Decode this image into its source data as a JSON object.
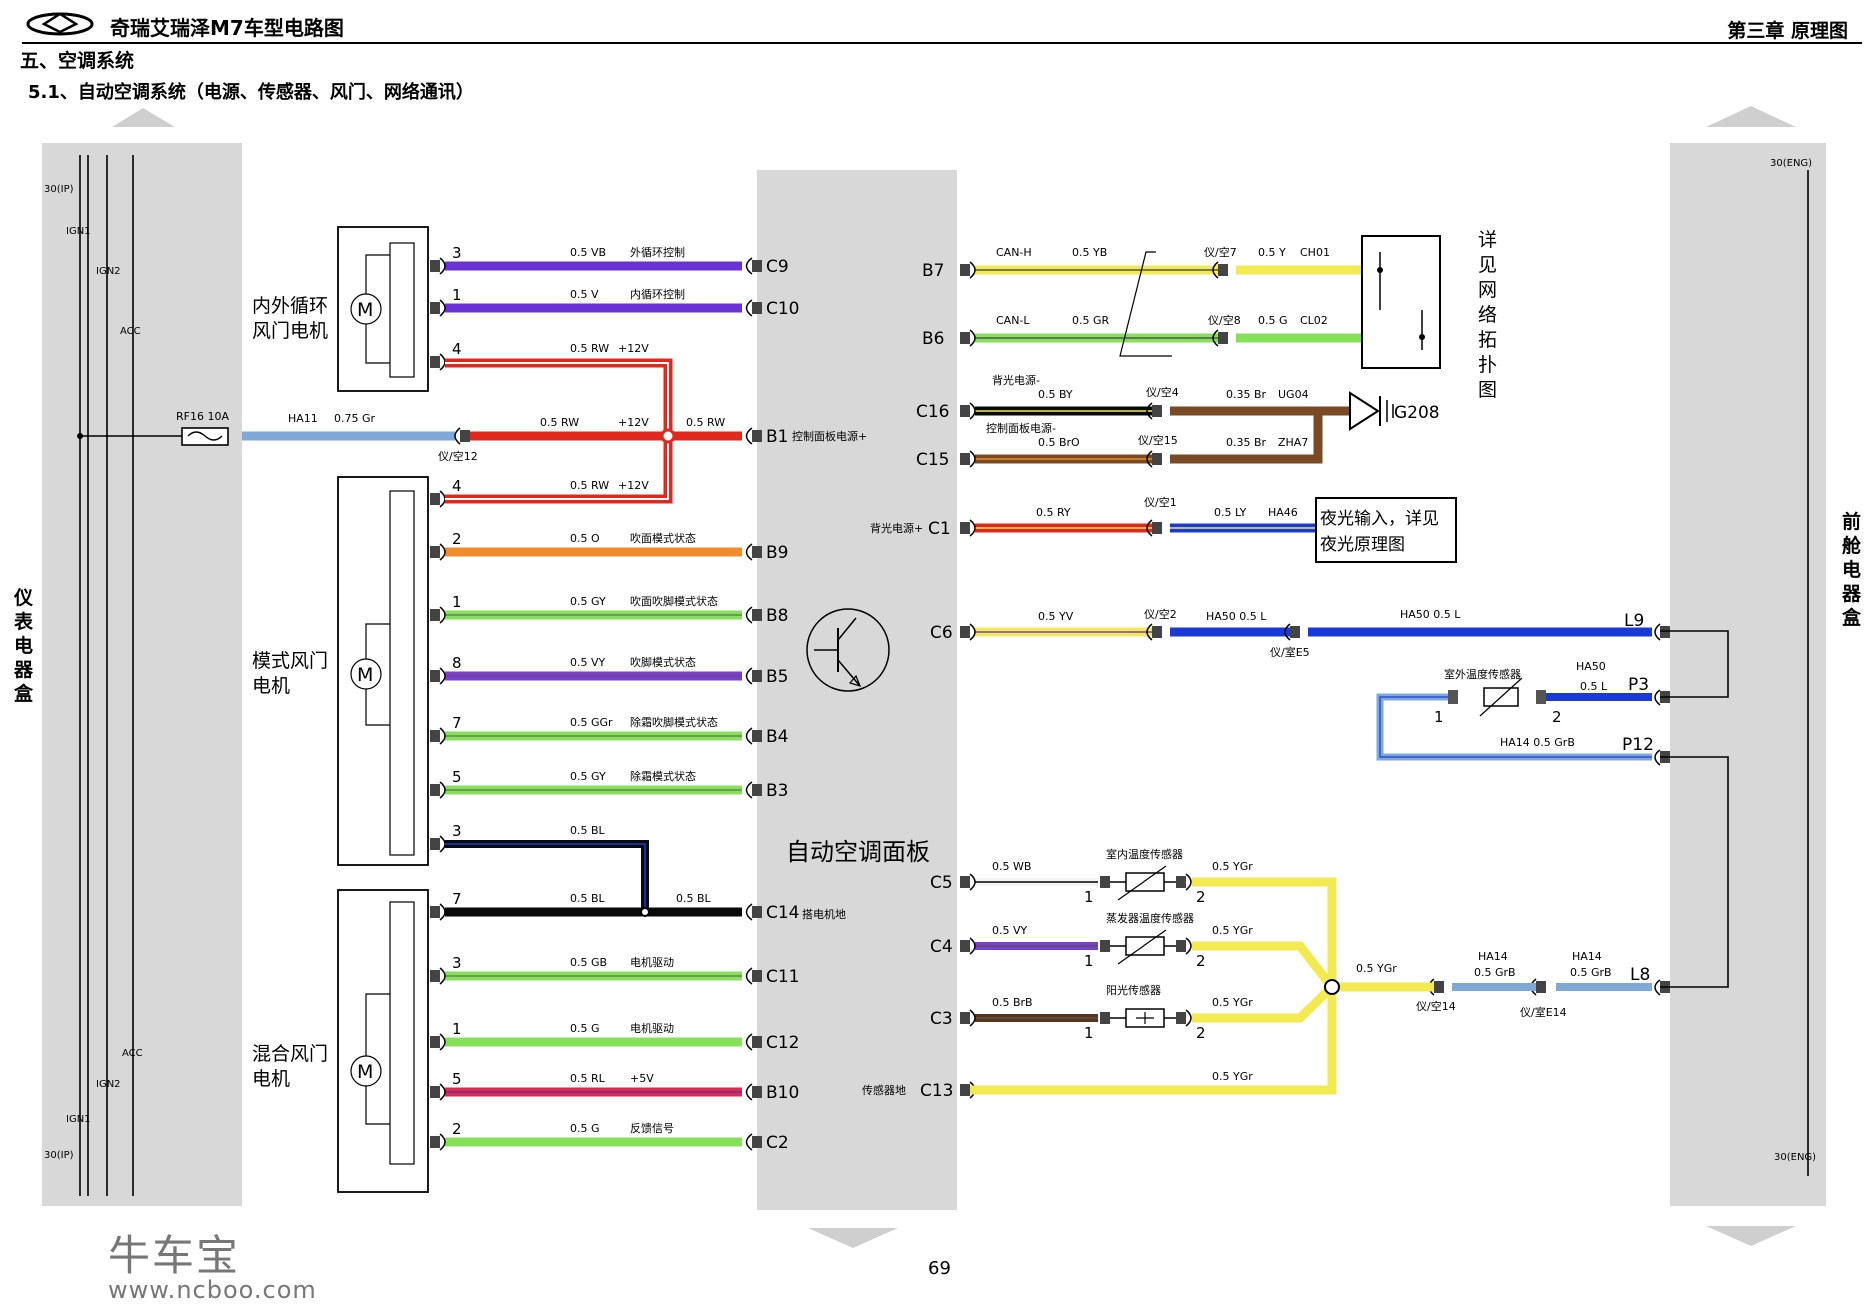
{
  "header": {
    "title": "奇瑞艾瑞泽M7车型电路图",
    "chapter": "第三章 原理图",
    "section": "五、空调系统",
    "subsection": "5.1、自动空调系统（电源、传感器、风门、网络通讯）"
  },
  "page_number": "69",
  "watermark": {
    "brand": "牛车宝",
    "url": "www.ncboo.com"
  },
  "colors": {
    "VB": "#6a32d6",
    "V": "#6a32d6",
    "RW": "#e0281e",
    "Gr": "#7ea8d8",
    "O": "#f08c2c",
    "GY": "#86e05a",
    "VY": "#7a3ed0",
    "GGr": "#86e05a",
    "BL": "#0a0a0a",
    "GB": "#86e05a",
    "G": "#86e05a",
    "RL": "#e0284a",
    "YB": "#f2ea50",
    "Y": "#f2ea50",
    "GR": "#86e05a",
    "BY": "#0a0a0a",
    "Br": "#7a4a24",
    "BrO": "#7a4a24",
    "BrB": "#5a3418",
    "RY": "#e0281e",
    "LY": "#1a3ad8",
    "YV": "#f2ea50",
    "L": "#1a3ad8",
    "GrB": "#7ea8d8",
    "WB": "#f4f4f4",
    "YGr": "#f2ea50",
    "panel": "#d8d8d8"
  },
  "left_box": {
    "label": "仪表电器盒",
    "bus_top": [
      "30(IP)",
      "IGN1",
      "IGN2",
      "ACC"
    ],
    "bus_bottom": [
      "ACC",
      "IGN2",
      "IGN1",
      "30(IP)"
    ],
    "fuse_label": "RF16 10A"
  },
  "right_box": {
    "label": "前舱电器盒",
    "bus_top": "30(ENG)",
    "bus_bottom": "30(ENG)"
  },
  "center_panel": {
    "label": "自动空调面板"
  },
  "motors": {
    "recirc": "内外循环风门电机",
    "mode": "模式风门电机",
    "mix": "混合风门电机",
    "glyph": "M"
  },
  "left_pins": [
    {
      "num": "3",
      "wire": "0.5 VB",
      "func": "外循环控制",
      "pin": "C9",
      "color": "VB"
    },
    {
      "num": "1",
      "wire": "0.5 V",
      "func": "内循环控制",
      "pin": "C10",
      "color": "V"
    },
    {
      "num": "4",
      "wire": "0.5 RW",
      "func": "+12V",
      "pin": "",
      "color": "RW"
    },
    {
      "num": "",
      "wire": "0.5 RW",
      "func": "+12V",
      "pin": "B1",
      "color": "RW"
    },
    {
      "num": "4",
      "wire": "0.5 RW",
      "func": "+12V",
      "pin": "",
      "color": "RW"
    },
    {
      "num": "2",
      "wire": "0.5 O",
      "func": "吹面模式状态",
      "pin": "B9",
      "color": "O"
    },
    {
      "num": "1",
      "wire": "0.5 GY",
      "func": "吹面吹脚模式状态",
      "pin": "B8",
      "color": "GY"
    },
    {
      "num": "8",
      "wire": "0.5 VY",
      "func": "吹脚模式状态",
      "pin": "B5",
      "color": "VY"
    },
    {
      "num": "7",
      "wire": "0.5 GGr",
      "func": "除霜吹脚模式状态",
      "pin": "B4",
      "color": "GGr"
    },
    {
      "num": "5",
      "wire": "0.5 GY",
      "func": "除霜模式状态",
      "pin": "B3",
      "color": "GY"
    },
    {
      "num": "3",
      "wire": "0.5 BL",
      "func": "",
      "pin": "",
      "color": "BL"
    },
    {
      "num": "7",
      "wire": "0.5 BL",
      "func": "",
      "pin": "C14",
      "color": "BL"
    },
    {
      "num": "3",
      "wire": "0.5 GB",
      "func": "电机驱动",
      "pin": "C11",
      "color": "GB"
    },
    {
      "num": "1",
      "wire": "0.5 G",
      "func": "电机驱动",
      "pin": "C12",
      "color": "G"
    },
    {
      "num": "5",
      "wire": "0.5 RL",
      "func": "+5V",
      "pin": "B10",
      "color": "RL"
    },
    {
      "num": "2",
      "wire": "0.5 G",
      "func": "反馈信号",
      "pin": "C2",
      "color": "G"
    }
  ],
  "left_misc": {
    "b1_wire_2": "0.5 RW",
    "b1_func": "控制面板电源+",
    "c14_wire_2": "0.5 BL",
    "c14_func": "搭电机地",
    "ha11": "HA11",
    "ha11_wire": "0.75 Gr",
    "ha11_conn": "仪/空12"
  },
  "right_pins": {
    "B7": {
      "pin": "B7",
      "sig": "CAN-H",
      "wire": "0.5 YB",
      "conn": "仪/空7",
      "wire2": "0.5 Y",
      "ckt": "CH01"
    },
    "B6": {
      "pin": "B6",
      "sig": "CAN-L",
      "wire": "0.5 GR",
      "conn": "仪/空8",
      "wire2": "0.5 G",
      "ckt": "CL02"
    },
    "C16": {
      "pin": "C16",
      "sig": "背光电源-",
      "wire": "0.5 BY",
      "conn": "仪/空4",
      "wire2": "0.35 Br",
      "ckt": "UG04"
    },
    "C15": {
      "pin": "C15",
      "sig": "控制面板电源-",
      "wire": "0.5 BrO",
      "conn": "仪/空15",
      "wire2": "0.35 Br",
      "ckt": "ZHA7"
    },
    "C1": {
      "pin": "C1",
      "sig": "背光电源+",
      "wire": "0.5 RY",
      "conn": "仪/空1",
      "wire2": "0.5 LY",
      "ckt": "HA46"
    },
    "C6": {
      "pin": "C6",
      "wire": "0.5 YV",
      "conn": "仪/空2",
      "ha1": "HA50 0.5 L",
      "conn2": "仪/室E5",
      "ha2": "HA50 0.5 L",
      "dest": "L9"
    },
    "C5": {
      "pin": "C5",
      "wire": "0.5 WB",
      "sensor": "室内温度传感器",
      "wire2": "0.5 YGr"
    },
    "C4": {
      "pin": "C4",
      "wire": "0.5 VY",
      "sensor": "蒸发器温度传感器",
      "wire2": "0.5 YGr"
    },
    "C3": {
      "pin": "C3",
      "wire": "0.5 BrB",
      "sensor": "阳光传感器",
      "wire2": "0.5 YGr"
    },
    "C13": {
      "pin": "C13",
      "sig": "传感器地",
      "wire": "0.5 YGr"
    }
  },
  "ground": "G208",
  "network_note": "详见网络拓扑图",
  "night_note": "夜光输入，详见夜光原理图",
  "outside_sensor": {
    "label": "室外温度传感器",
    "p1": "1",
    "p2": "2",
    "ha": "HA50",
    "wire": "0.5 L",
    "pin": "P3"
  },
  "p12": {
    "ha": "HA14 0.5 GrB",
    "pin": "P12"
  },
  "l8": {
    "wire": "0.5 YGr",
    "conn": "仪/空14",
    "ha1": "HA14",
    "w1": "0.5 GrB",
    "conn2": "仪/室E14",
    "ha2": "HA14",
    "w2": "0.5 GrB",
    "pin": "L8"
  },
  "sensor_pin_labels": [
    "1",
    "2"
  ]
}
